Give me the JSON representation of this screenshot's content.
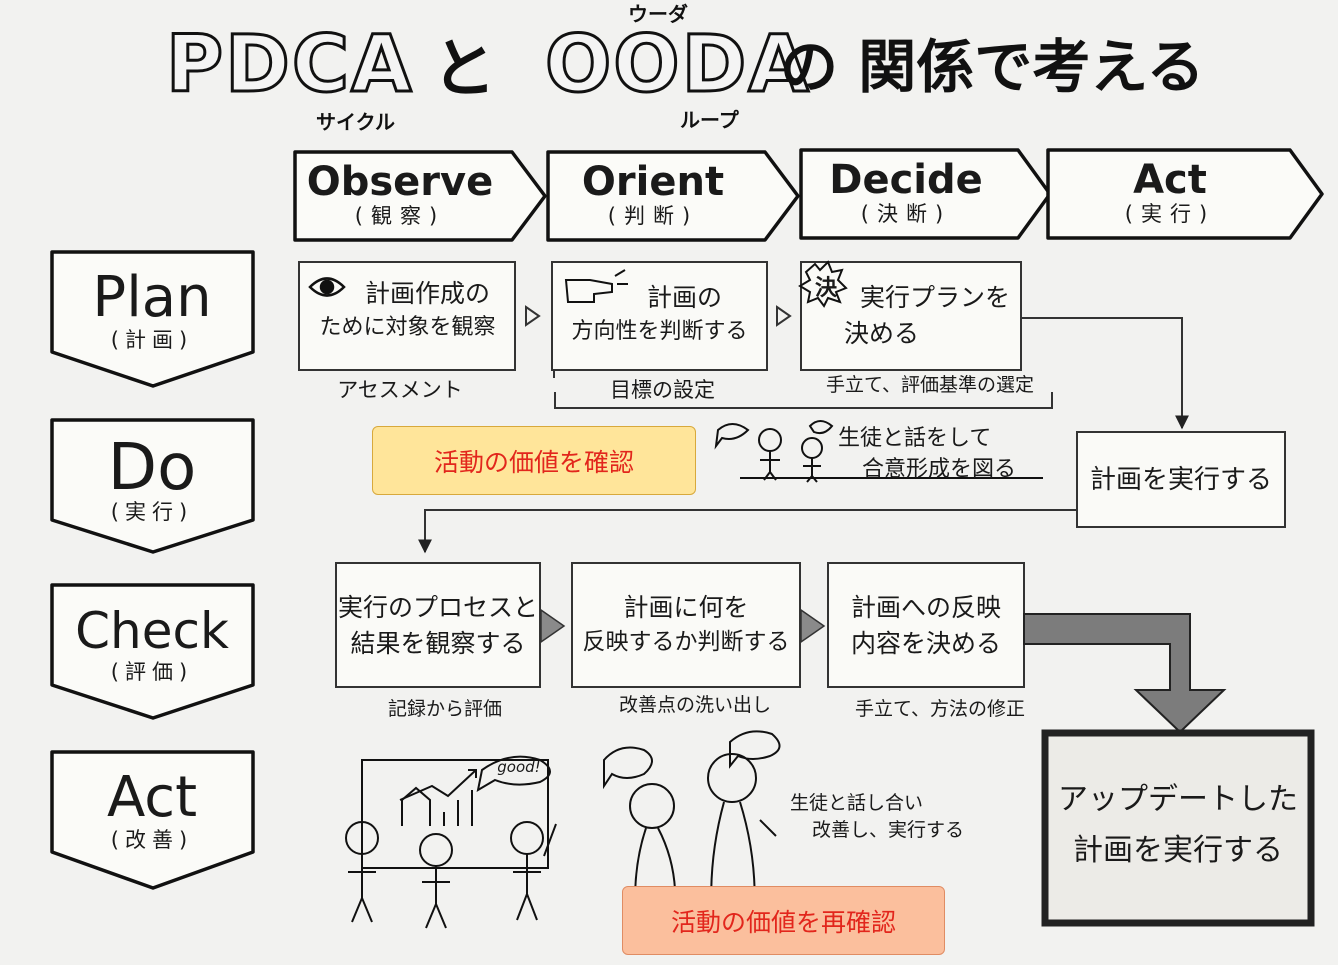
{
  "title": {
    "pdca": "PDCA",
    "pdca_ruby": "サイクル",
    "to": "と",
    "ooda": "OODA",
    "ooda_reading": "ウーダ",
    "ooda_ruby": "ループ",
    "rest": "の 関係で考える"
  },
  "ooda_steps": [
    {
      "name": "Observe",
      "ja": "(観察)"
    },
    {
      "name": "Orient",
      "ja": "(判断)"
    },
    {
      "name": "Decide",
      "ja": "(決断)"
    },
    {
      "name": "Act",
      "ja": "(実行)"
    }
  ],
  "pdca_steps": [
    {
      "name": "Plan",
      "ja": "(計画)"
    },
    {
      "name": "Do",
      "ja": "(実行)"
    },
    {
      "name": "Check",
      "ja": "(評価)"
    },
    {
      "name": "Act",
      "ja": "(改善)"
    }
  ],
  "plan_row": {
    "boxes": [
      {
        "lines": [
          "計画作成の",
          "ために対象を観察"
        ],
        "caption": "アセスメント"
      },
      {
        "lines": [
          "計画の",
          "方向性を判断する"
        ]
      },
      {
        "lines": [
          "実行プランを",
          "決める"
        ],
        "caption": "手立て、評価基準の選定",
        "stamp": "決"
      }
    ],
    "bracket_caption": "目標の設定"
  },
  "do_row": {
    "note": [
      "生徒と話をして",
      "合意形成を図る"
    ],
    "execute_box": "計画を実行する"
  },
  "check_row": {
    "boxes": [
      {
        "lines": [
          "実行のプロセスと",
          "結果を観察する"
        ],
        "caption": "記録から評価"
      },
      {
        "lines": [
          "計画に何を",
          "反映するか判断する"
        ],
        "caption": "改善点の洗い出し"
      },
      {
        "lines": [
          "計画への反映",
          "内容を決める"
        ],
        "caption": "手立て、方法の修正"
      }
    ]
  },
  "act_row": {
    "speech_bubble": "good!",
    "note": [
      "生徒と話し合い",
      "改善し、実行する"
    ],
    "final_box": [
      "アップデートした",
      "計画を実行する"
    ]
  },
  "callouts": {
    "first": "活動の価値を確認",
    "second": "活動の価値を再確認"
  }
}
